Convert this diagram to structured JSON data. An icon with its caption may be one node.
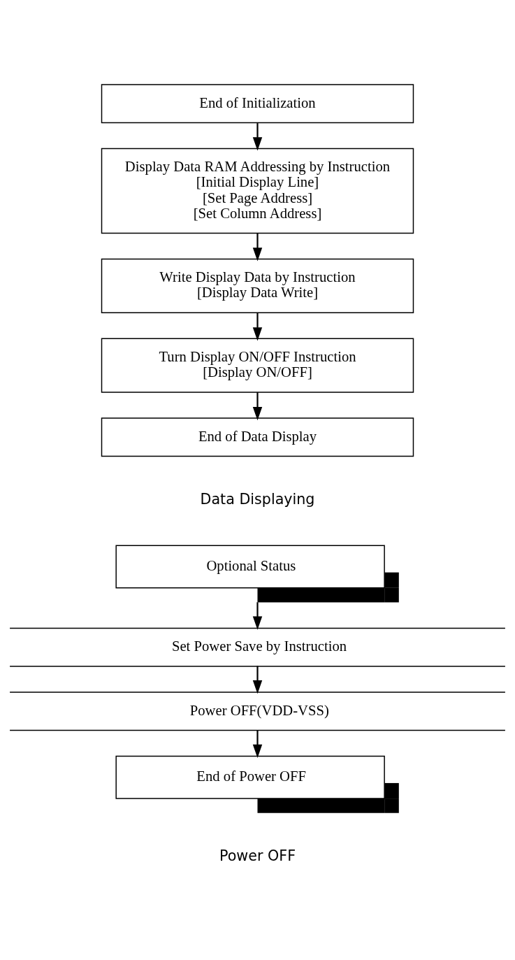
{
  "diagram": {
    "nodes": [
      {
        "text": [
          "End of Initialization"
        ]
      },
      {
        "text": [
          "Display Data RAM Addressing by Instruction",
          "[Initial Display Line]",
          "[Set Page Address]",
          "[Set Column Address]"
        ]
      },
      {
        "text": [
          "Write Display Data by Instruction",
          "[Display Data Write]"
        ]
      },
      {
        "text": [
          "Turn Display ON/OFF Instruction",
          "[Display ON/OFF]"
        ]
      },
      {
        "text": [
          "End of Data Display"
        ]
      },
      {
        "text": [
          "Optional Status"
        ]
      },
      {
        "text": [
          "Set Power Save by Instruction"
        ]
      },
      {
        "text": [
          "Power OFF(VDD-VSS)"
        ]
      },
      {
        "text": [
          "End of Power OFF"
        ]
      }
    ],
    "edges": [
      {
        "from": 0,
        "to": 1,
        "arrow": "to"
      },
      {
        "from": 1,
        "to": 2,
        "arrow": "to"
      },
      {
        "from": 2,
        "to": 3,
        "arrow": "to"
      },
      {
        "from": 3,
        "to": 4,
        "arrow": "to"
      },
      {
        "from": 5,
        "to": 6,
        "arrow": "to"
      },
      {
        "from": 6,
        "to": 7,
        "arrow": "to"
      },
      {
        "from": 7,
        "to": 8,
        "arrow": "to"
      }
    ],
    "labels": [
      "Data Displaying",
      "Power OFF"
    ]
  }
}
